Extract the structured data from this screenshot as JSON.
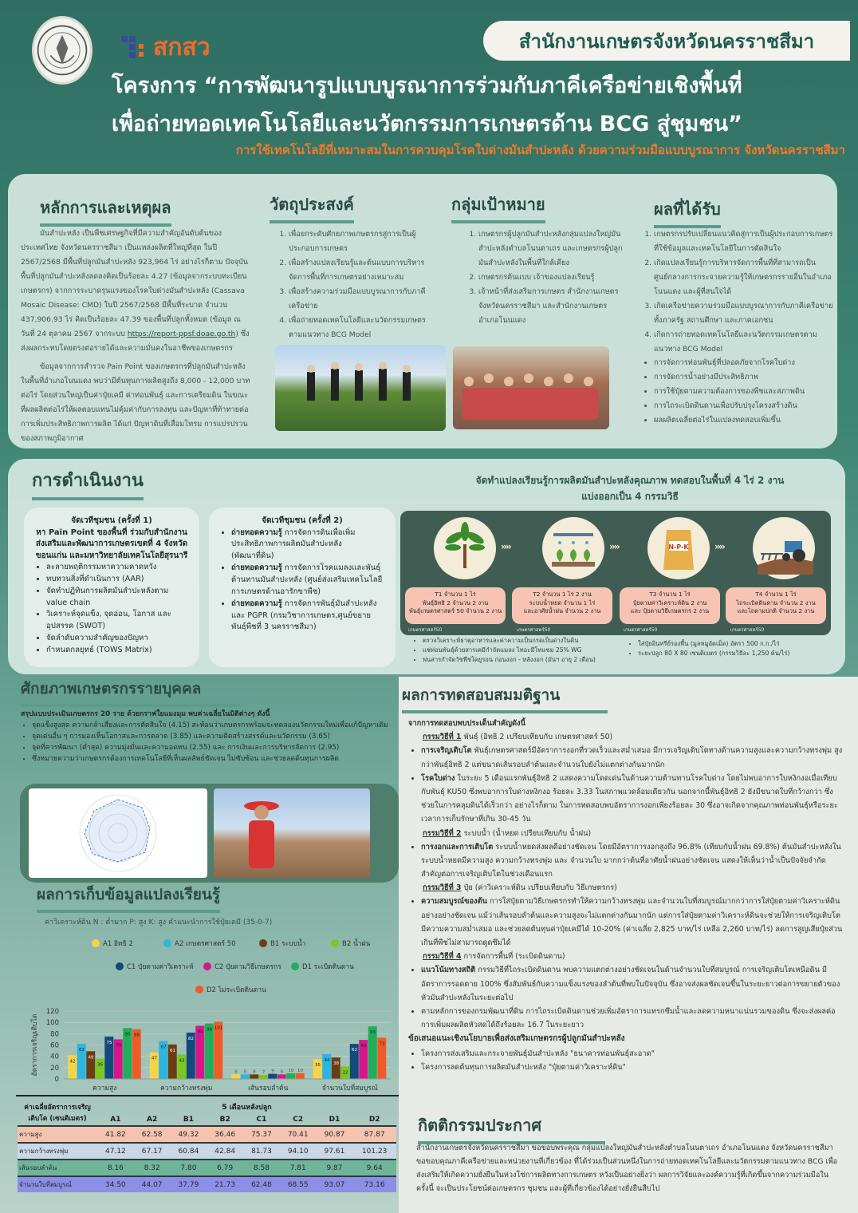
{
  "header": {
    "org_badge": "สำนักงานเกษตรจังหวัดนครราชสีมา",
    "logo_text": "สกสว",
    "seal_name": "ตรากรมส่งเสริมการเกษตร",
    "title_line1": "โครงการ “การพัฒนารูปแบบบูรณาการร่วมกับภาคีเครือข่ายเชิงพื้นที่",
    "title_line2": "เพื่อถ่ายทอดเทคโนโลยีและนวัตกรรมการเกษตรด้าน BCG สู่ชุมชน”",
    "subtitle": "การใช้เทคโนโลยีที่เหมาะสมในการควบคุมโรคใบด่างมันสำปะหลัง ด้วยความร่วมมือแบบบูรณาการ จังหวัดนครราชสีมา"
  },
  "principles": {
    "heading": "หลักการและเหตุผล",
    "para1": "มันสำปะหลัง เป็นพืชเศรษฐกิจที่มีความสำคัญอันดับต้นของประเทศไทย จังหวัดนครราชสีมา เป็นแหล่งผลิตที่ใหญ่ที่สุด ในปี 2567/2568 มีพื้นที่ปลูกมันสำปะหลัง 923,964 ไร่ อย่างไรก็ตาม ปัจจุบันพื้นที่ปลูกมันสำปะหลังลดลงคิดเป็นร้อยละ 4.27 (ข้อมูลจากระบบทะเบียนเกษตรกร) จากการระบาดรุนแรงของโรคใบด่างมันสำปะหลัง (Cassava Mosaic Disease: CMD) ในปี 2567/2568 มีพื้นที่ระบาด จำนวน 437,906.93 ไร่ คิดเป็นร้อยละ 47.39 ของพื้นที่ปลูกทั้งหมด (ข้อมูล ณ วันที่ 24 ตุลาคม 2567 จากระบบ ",
    "link": "https://report-ppsf.doae.go.th",
    "para1_end": ") ซึ่งส่งผลกระทบโดยตรงต่อรายได้และความมั่นคงในอาชีพของเกษตรกร",
    "para2": "ข้อมูลจากการสำรวจ Pain Point ของเกษตรกรที่ปลูกมันสำปะหลังในพื้นที่อำเภอโนนแดง พบว่ามีต้นทุนการผลิตสูงถึง 8,000 - 12,000 บาทต่อไร่ โดยส่วนใหญ่เป็นค่าปุ๋ยเคมี ค่าท่อนพันธุ์ และการเตรียมดิน ในขณะที่ผลผลิตต่อไร่ให้ผลตอบแทนไม่คุ้มค่ากับการลงทุน และปัญหาที่ท้าทายต่อการเพิ่มประสิทธิภาพการผลิต ได้แก่ ปัญหาดินที่เสื่อมโทรม การแปรปรวนของสภาพภูมิอากาศ"
  },
  "objectives": {
    "heading": "วัตถุประสงค์",
    "items": [
      "เพื่อยกระดับศักยภาพเกษตรกรสู่การเป็นผู้ประกอบการเกษตร",
      "เพื่อสร้างแปลงเรียนรู้และต้นแบบการบริหารจัดการพื้นที่การเกษตรอย่างเหมาะสม",
      "เพื่อสร้างความร่วมมือแบบบูรณาการกับภาคีเครือข่าย",
      "เพื่อถ่ายทอดเทคโนโลยีและนวัตกรรมเกษตรตามแนวทาง BCG Model"
    ]
  },
  "targets": {
    "heading": "กลุ่มเป้าหมาย",
    "items": [
      "เกษตรกรผู้ปลูกมันสำปะหลังกลุ่มแปลงใหญ่มันสำปะหลังตำบลโนนตาเถร และเกษตรกรผู้ปลูกมันสำปะหลังในพื้นที่ใกล้เคียง",
      "เกษตรกรต้นแบบ เจ้าของแปลงเรียนรู้",
      "เจ้าหน้าที่ส่งเสริมการเกษตร สำนักงานเกษตรจังหวัดนครราชสีมา และสำนักงานเกษตรอำเภอโนนแดง"
    ]
  },
  "outcomes": {
    "heading": "ผลที่ได้รับ",
    "items": [
      "เกษตรกรปรับเปลี่ยนแนวคิดสู่การเป็นผู้ประกอบการเกษตร ที่ใช้ข้อมูลและเทคโนโลยีในการตัดสินใจ",
      "เกิดแปลงเรียนรู้การบริหารจัดการพื้นที่ที่สามารถเป็นศูนย์กลางการกระจายความรู้ให้เกษตรกรรายอื่นในอำเภอโนนแดง และผู้ที่สนใจได้",
      "เกิดเครือข่ายความร่วมมือแบบบูรณาการกับภาคีเครือข่ายทั้งภาครัฐ สถานศึกษา และภาคเอกชน",
      "เกิดการถ่ายทอดเทคโนโลยีและนวัตกรรมเกษตรตามแนวทาง BCG Model"
    ],
    "bullets": [
      "การจัดการท่อนพันธุ์ที่ปลอดภัยจากโรคใบด่าง",
      "การจัดการน้ำอย่างมีประสิทธิภาพ",
      "การใช้ปุ๋ยตามความต้องการของพืชและสภาพดิน",
      "การไถระเบิดดินดานเพื่อปรับปรุงโครงสร้างดิน",
      "ผลผลิตเฉลี่ยต่อไร่ในแปลงทดสอบเพิ่มขึ้น"
    ]
  },
  "operations": {
    "heading": "การดำเนินงาน",
    "plot_title1": "จัดทำแปลงเรียนรู้การผลิตมันสำปะหลังคุณภาพ ทดสอบในพื้นที่ 4 ไร่ 2 งาน",
    "plot_title2": "แบ่งออกเป็น 4 กรรมวิธี",
    "forum1": {
      "title": "จัดเวทีชุมชน (ครั้งที่ 1)\nหา Pain Point ของพื้นที่ ร่วมกับสำนักงานส่งเสริมและพัฒนาการเกษตรเขตที่ 4 จังหวัดขอนแก่น และมหาวิทยาลัยเทคโนโลยีสุรนารี",
      "items": [
        "ละลายพฤติกรรมหาความคาดหวัง",
        "ทบทวนสิ่งที่ดำเนินการ (AAR)",
        "จัดทำปฏิทินการผลิตมันสำปะหลังตาม value chain",
        "วิเคราะห์จุดแข็ง, จุดอ่อน, โอกาส และอุปสรรค (SWOT)",
        "จัดลำดับความสำคัญของปัญหา",
        "กำหนดกลยุทธ์ (TOWS Matrix)"
      ]
    },
    "forum2": {
      "title": "จัดเวทีชุมชน (ครั้งที่ 2)",
      "items": [
        {
          "b": "ถ่ายทอดความรู้",
          "t": " การจัดการดินเพื่อเพิ่มประสิทธิภาพการผลิตมันสำปะหลัง (พัฒนาที่ดิน)"
        },
        {
          "b": "ถ่ายทอดความรู้",
          "t": " การจัดการโรคแมลงและพันธุ์ต้านทานมันสำปะหลัง (ศูนย์ส่งเสริมเทคโนโลยีการเกษตรด้านอารักขาพืช)"
        },
        {
          "b": "ถ่ายทอดความรู้",
          "t": " การจัดการพันธุ์มันสำปะหลัง และ PGPR (กรมวิชาการเกษตร,ศูนย์ขยายพันธุ์พืชที่ 3 นครราชสีมา)"
        }
      ]
    },
    "steps": [
      {
        "icon": "cassava-plant-icon",
        "label": "T1 จำนวน 1 ไร่\nพันธุ์อิทธิ 2 จำนวน 2 งาน\nพันธุ์เกษตรศาสตร์ 50 จำนวน 2 งาน",
        "caption": "เกษตรศาสตร์50"
      },
      {
        "icon": "drip-irrigation-icon",
        "label": "T2 จำนวน 1 ไร่ 2 งาน\nระบบน้ำหยด จำนวน 1 ไร่\nและอาศัยน้ำฝน จำนวน 2 งาน",
        "caption": "เกษตรศาสตร์50"
      },
      {
        "icon": "npk-fertilizer-icon",
        "label": "T3 จำนวน 1 ไร่\nปุ๋ยตามค่าวิเคราะห์ดิน 2 งาน\nและ ปุ๋ยตามวิธีเกษตรกร 2 งาน",
        "caption": "เกษตรศาสตร์50",
        "bag_text": "N-P-K"
      },
      {
        "icon": "tractor-plough-icon",
        "label": "T4 จำนวน 1 ไร่\nไถระเบิดดินดาน จำนวน 2 งาน\nและไถตามปกติ จำนวน 2 งาน",
        "caption": "เกษตรศาสตร์50"
      }
    ],
    "arrow": "››››",
    "notes_left": [
      "ตรวจวิเคราะห์ธาตุอาหารและค่าความเป็นกรดเป็นด่างในดิน",
      "แช่ท่อนพันธุ์ด้วยสารเคมีกำจัดแมลง ไทอะมีโทแซม 25% WG",
      "พ่นสารกำจัดวัชพืชไดยูรอน ก่อนงอก - หลังงอก (มันฯ อายุ 2 เดือน)"
    ],
    "notes_right": [
      "ใส่ปุ๋ยอินทรีย์รองพื้น (มูลหมูอัดเม็ด) อัตรา 500 ก.ก./ไร่",
      "ระยะปลูก 80 X 80 เซนติเมตร (กรรมวิธีละ 1,250 ต้น/ไร่)"
    ]
  },
  "potential": {
    "heading": "ศักยภาพเกษตรกรรายบุคคล",
    "summary": "สรุปแบบประเมินเกษตรกร 20 ราย ด้วยกราฟใยแมงมุม พบค่าเฉลี่ยในมิติต่างๆ ดังนี้",
    "items": [
      "จุดแข็งสูงสุด ความกล้าเสี่ยงและการตัดสินใจ (4.15) สะท้อนว่าเกษตรกรพร้อมจะทดลองนวัตกรรมใหม่เพื่อแก้ปัญหาเดิม",
      "จุดเด่นอื่น ๆ การมองเห็นโอกาสและการตลาด (3.85) และความคิดสร้างสรรค์และนวัตกรรม (3.65)",
      "จุดที่ควรพัฒนา (ต่ำสุด) ความมุ่งมั่นและความอดทน (2.55) และ การเงินและการบริหารจัดการ (2.95)",
      "ซึ่งหมายความว่าเกษตรกรต้องการเทคโนโลยีที่เห็นผลลัพธ์ชัดเจน ไม่ซับซ้อน และช่วยลดต้นทุนการผลิต"
    ]
  },
  "plot_data": {
    "heading": "ผลการเก็บข้อมูลแปลงเรียนรู้",
    "note": "ค่าวิเคราะห์ดิน N : ต่ำมาก P: สูง K: สูง  คำแนะนำการใช้ปุ๋ยเคมี (35-0-7)"
  },
  "chart_data": {
    "type": "bar",
    "title": "",
    "xlabel": "",
    "ylabel": "อัตราการเจริญเติบโต",
    "ylim": [
      0,
      120
    ],
    "yticks": [
      0,
      20,
      40,
      60,
      80,
      100,
      120
    ],
    "grid": true,
    "legend_position": "top",
    "categories": [
      "ความสูง",
      "ความกว้างทรงพุ่ม",
      "เส้นรอบลำต้น",
      "จำนวนใบที่สมบูรณ์"
    ],
    "series": [
      {
        "name": "A1 อิทธิ 2",
        "color": "#f5d547",
        "values": [
          42,
          47,
          8,
          35
        ]
      },
      {
        "name": "A2 เกษตรศาสตร์ 50",
        "color": "#2bb5e0",
        "values": [
          62,
          67,
          8,
          44
        ]
      },
      {
        "name": "B1 ระบบน้ำ",
        "color": "#6b3d12",
        "values": [
          49,
          61,
          8,
          38
        ]
      },
      {
        "name": "B2 น้ำฝน",
        "color": "#7ac71f",
        "values": [
          36,
          43,
          7,
          22
        ]
      },
      {
        "name": "C1 ปุ๋ยตามค่าวิเคราะห์",
        "color": "#134a7c",
        "values": [
          75,
          82,
          9,
          62
        ]
      },
      {
        "name": "C2 ปุ๋ยตามวิธีเกษตรกร",
        "color": "#d6168b",
        "values": [
          70,
          94,
          8,
          69
        ]
      },
      {
        "name": "D1 ระเบิดดินดาน",
        "color": "#1fae5a",
        "values": [
          90,
          98,
          10,
          93
        ]
      },
      {
        "name": "D2 ไม่ระเบิดดินดาน",
        "color": "#f05a28",
        "values": [
          88,
          101,
          10,
          73
        ]
      }
    ]
  },
  "table": {
    "corner": "ค่าเฉลี่ยอัตราการเจริญเติบโต (เซนติเมตร)",
    "group": "5 เดือนหลังปลูก",
    "columns": [
      "A1",
      "A2",
      "B1",
      "B2",
      "C1",
      "C2",
      "D1",
      "D2"
    ],
    "rows": [
      {
        "label": "ความสูง",
        "values": [
          "41.82",
          "62.58",
          "49.32",
          "36.46",
          "75.37",
          "70.41",
          "90.87",
          "87.87"
        ]
      },
      {
        "label": "ความกว้างทรงพุ่ม",
        "values": [
          "47.12",
          "67.17",
          "60.84",
          "42.84",
          "81.73",
          "94.10",
          "97.61",
          "101.23"
        ]
      },
      {
        "label": "เส้นรอบลำต้น",
        "values": [
          "8.16",
          "8.32",
          "7.80",
          "6.79",
          "8.58",
          "7.81",
          "9.87",
          "9.64"
        ]
      },
      {
        "label": "จำนวนใบที่สมบูรณ์",
        "values": [
          "34.50",
          "44.07",
          "37.79",
          "21.73",
          "62.48",
          "68.55",
          "93.07",
          "73.16"
        ]
      }
    ]
  },
  "hypothesis": {
    "heading": "ผลการทดสอบสมมติฐาน",
    "intro": "จากการทดสอบพบประเด็นสำคัญดังนี้",
    "blocks": [
      {
        "u": "กรรมวิธีที่ 1",
        "t": " พันธุ์ (อิทธิ 2 เปรียบเทียบกับ เกษตรศาสตร์ 50)",
        "items": [
          {
            "b": "การเจริญเติบโต",
            "t": " พันธุ์เกษตรศาสตร์มีอัตราการงอกที่รวดเร็วและสม่ำเสมอ มีการเจริญเติบโตทางด้านความสูงและความกว้างทรงพุ่ม สูงกว่าพันธุ์อิทธิ 2 แต่ขนาดเส้นรอบลำต้นและจำนวนใบยังไม่แตกต่างกันมากนัก"
          },
          {
            "b": "โรคใบด่าง",
            "t": " ในระยะ 5 เดือนแรกพันธุ์อิทธิ 2 แสดงความโดดเด่นในด้านความต้านทานโรคใบด่าง โดยไม่พบอาการใบหงิกงอเมื่อเทียบกับพันธุ์ KU50 ซึ่งพบอาการใบด่างหงิกงอ ร้อยละ 3.33 ในสภาพแวดล้อมเดียวกัน นอกจากนี้พันธุ์อิทธิ 2 ยังมีขนาดใบที่กว้างกว่า ซึ่งช่วยในการคลุมดินได้เร็วกว่า อย่างไรก็ตาม ในการทดสอบพบอัตราการงอกเพียงร้อยละ 30 ซึ่งอาจเกิดจากคุณภาพท่อนพันธุ์หรือระยะเวลาการเก็บรักษาที่เกิน 30-45 วัน"
          }
        ]
      },
      {
        "u": "กรรมวิธีที่ 2",
        "t": " ระบบน้ำ (น้ำหยด  เปรียบเทียบกับ น้ำฝน)",
        "items": [
          {
            "b": "การงอกและการเติบโต",
            "t": " ระบบน้ำหยดส่งผลดีอย่างชัดเจน โดยมีอัตราการงอกสูงถึง 96.8% (เทียบกับน้ำฝน 69.8%) ต้นมันสำปะหลังในระบบน้ำหยดมีความสูง ความกว้างทรงพุ่ม และ จำนวนใบ มากกว่าต้นที่อาศัยน้ำฝนอย่างชัดเจน แสดงให้เห็นว่าน้ำเป็นปัจจัยจำกัดสำคัญต่อการเจริญเติบโตในช่วงเดือนแรก"
          }
        ]
      },
      {
        "u": "กรรมวิธีที่ 3",
        "t": " ปุ๋ย (ค่าวิเคราะห์ดิน เปรียบเทียบกับ วิธีเกษตรกร)",
        "items": [
          {
            "b": "ความสมบูรณ์ของต้น",
            "t": " การใส่ปุ๋ยตามวิธีเกษตรกรทำให้ความกว้างทรงพุ่ม และจำนวนใบที่สมบูรณ์มากกว่าการใส่ปุ๋ยตามค่าวิเคราะห์ดินอย่างอย่างชัดเจน แม้ว่าเส้นรอบลำต้นและความสูงจะไม่แตกต่างกันมากนัก แต่การใส่ปุ๋ยตามค่าวิเคราะห์ดินจะช่วยให้การเจริญเติบโตมีความความสม่ำเสมอ และช่วยลดต้นทุนค่าปุ๋ยเคมีได้ 10-20% (ค่าเฉลี่ย 2,825 บาท/ไร่ เหลือ 2,260 บาท/ไร่) ลดการสูญเสียปุ๋ยส่วนเกินที่พืชไม่สามารถดูดซึมได้"
          }
        ]
      },
      {
        "u": "กรรมวิธีที่ 4",
        "t": " การจัดการพื้นที่ (ระเบิดดินดาน)",
        "items": [
          {
            "b": "แนวโน้มทางสถิติ",
            "t": " กรรมวิธีที่ไถระเบิดดินดาน พบความแตกต่างอย่างชัดเจนในด้านจำนวนใบที่สมบูรณ์ การเจริญเติบโตเหนือดิน มีอัตราการรอดตาย 100% ซึ่งสัมพันธ์กับความแข็งแรงของลำต้นที่พบในปัจจุบัน ซึ่งอาจส่งผลชัดเจนขึ้นในระยะยาวต่อการขยายตัวของหัวมันสำปะหลังในระยะต่อไป"
          },
          {
            "b": "",
            "t": "ตามหลักการของกรมพัฒนาที่ดิน การไถระเบิดดินดานช่วยเพิ่มอัตราการแทรกซึมน้ำและลดความหนาแน่นรวมของดิน ซึ่งจะส่งผลต่อการเพิ่มผลผลิตหัวสดได้ถึงร้อยละ 16.7 ในระยะยาว"
          }
        ]
      }
    ],
    "policy_heading": "ข้อเสนอแนะเชิงนโยบายเพื่อส่งเสริมเกษตรกรผู้ปลูกมันสำปะหลัง",
    "policy_items": [
      "โครงการส่งเสริมและกระจายพันธุ์มันสำปะหลัง \"ธนาคารท่อนพันธุ์สะอาด\"",
      "โครงการลดต้นทุนการผลิตมันสำปะหลัง \"ปุ๋ยตามค่าวิเคราะห์ดิน\""
    ]
  },
  "acknowledgement": {
    "heading": "กิตติกรรมประกาศ",
    "text": "สำนักงานเกษตรจังหวัดนครราชสีมา ขอขอบพระคุณ กลุ่มแปลงใหญ่มันสำปะหลังตำบลโนนตาเถร อำเภอโนนแดง จังหวัดนครราชสีมา ขอขอบคุณภาคีเครือข่ายและหน่วยงานที่เกี่ยวข้อง ที่ได้ร่วมเป็นส่วนหนึ่งในการถ่ายทอดเทคโนโลยีและนวัตกรรมตามแนวทาง BCG เพื่อส่งเสริมให้เกิดความยั่งยืนในห่วงโซ่การผลิตทางการเกษตร หวังเป็นอย่างยิ่งว่า ผลการวิจัยและองค์ความรู้ที่เกิดขึ้นจากความร่วมมือในครั้งนี้ จะเป็นประโยชน์ต่อเกษตรกร ชุมชน และผู้ที่เกี่ยวข้องได้อย่างยั่งยืนสืบไป"
  }
}
